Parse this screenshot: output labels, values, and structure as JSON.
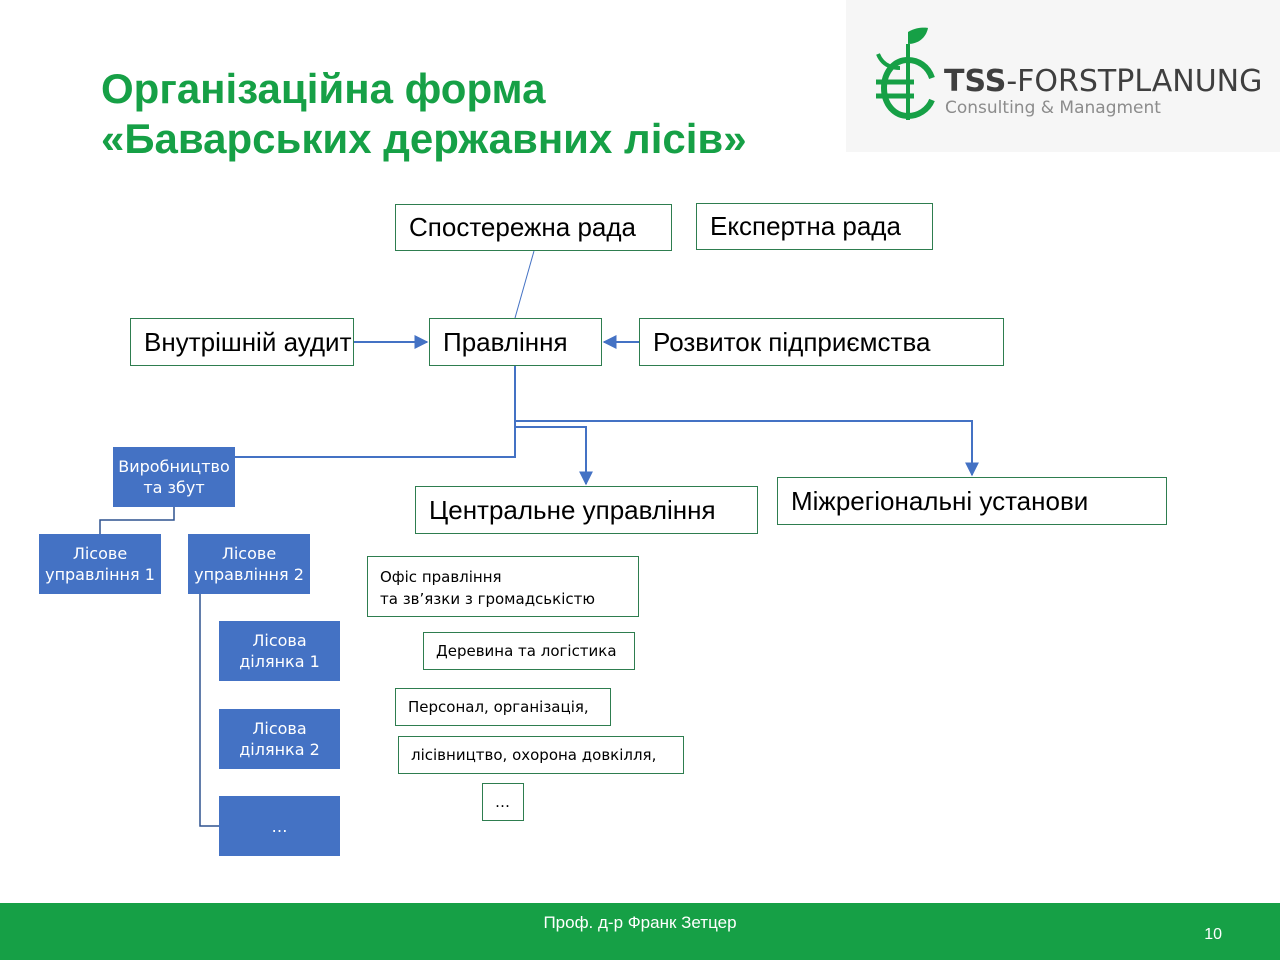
{
  "title": {
    "line1": "Організаційна форма",
    "line2": "«Баварських державних лісів»"
  },
  "logo": {
    "brand_bold": "TSS",
    "brand_rest": "-FORSTPLANUNG",
    "subtitle": "Consulting & Managment"
  },
  "boards": {
    "supervisory": "Спостережна рада",
    "expert": "Експертна рада"
  },
  "middle": {
    "internal_audit": "Внутрішній аудит",
    "management": "Правління",
    "development": "Розвиток підприємства"
  },
  "production": {
    "label_line1": "Виробництво",
    "label_line2": "та збут",
    "forest_mgmt": [
      {
        "line1": "Лісове",
        "line2": "управління 1"
      },
      {
        "line1": "Лісове",
        "line2": "управління 2"
      }
    ],
    "forest_plots": [
      {
        "line1": "Лісова",
        "line2": "ділянка 1"
      },
      {
        "line1": "Лісова",
        "line2": "ділянка 2"
      },
      {
        "line1": "…",
        "line2": ""
      }
    ]
  },
  "central": {
    "label": "Центральне управління",
    "items": [
      {
        "line1": "Офіс правління",
        "line2": "та зв’язки з громадськістю"
      },
      {
        "line1": "Деревина та логістика"
      },
      {
        "line1": "Персонал, організація,"
      },
      {
        "line1": "лісівництво, охорона довкілля,"
      },
      {
        "line1": "…"
      }
    ]
  },
  "interregional": "Міжрегіональні установи",
  "footer": {
    "author": "Проф. д-р Франк Зетцер",
    "page": "10"
  },
  "colors": {
    "title_green": "#16a046",
    "box_border": "#2e7d4f",
    "blue_box": "#4472c4",
    "connector": "#4472c4",
    "footer_green": "#16a046"
  }
}
